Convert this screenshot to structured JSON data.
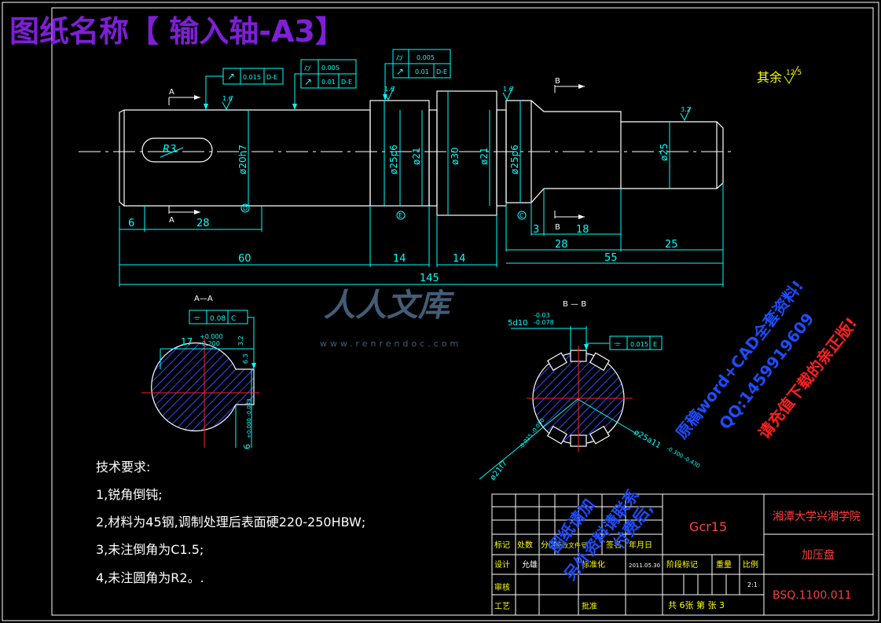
{
  "title": {
    "text": "图纸名称【 输入轴-A3】"
  },
  "roughness_note": {
    "label": "其余",
    "value": "12.5"
  },
  "main_view": {
    "section_marks": {
      "a1": "A",
      "a2": "A",
      "b1": "B",
      "b2": "B"
    },
    "diameters": {
      "d1": "ø20h7",
      "d2": "ø25p6",
      "d3": "ø21",
      "d4": "ø30",
      "d5": "ø21",
      "d6": "ø25p6",
      "d7": "ø25"
    },
    "radius": "R3",
    "roughness": {
      "r1": "1.6",
      "r2": "1.6",
      "r3": "1.6",
      "r4": "3.2"
    },
    "gdt": {
      "g1": {
        "symbol": "↗",
        "value": "0.015",
        "datum": "D-E"
      },
      "g2": {
        "symbol": "⌭",
        "value": "0.005",
        "datum": ""
      },
      "g3": {
        "symbol": "↗",
        "value": "0.01",
        "datum": "D-E"
      },
      "g4": {
        "symbol": "⌭",
        "value": "0.005",
        "datum": ""
      },
      "g5": {
        "symbol": "↗",
        "value": "0.01",
        "datum": "D-E"
      }
    },
    "datum_labels": {
      "d": "D",
      "e": "E",
      "c": "C"
    },
    "dims": {
      "d6": "6",
      "d28a": "28",
      "d60": "60",
      "d14a": "14",
      "d14b": "14",
      "d3": "3",
      "d18": "18",
      "d28b": "28",
      "d55": "55",
      "d25": "25",
      "d145": "145"
    }
  },
  "section_aa": {
    "label": "A—A",
    "gdt": {
      "symbol": "⌯",
      "value": "0.08",
      "datum": "C"
    },
    "dim_top": "17",
    "tol_top_upper": "+0.000",
    "tol_top_lower": "-0.200",
    "roughness": "3.2",
    "roughness2": "6.3",
    "dim_side": "6",
    "tol_side": "+0.000 -0.043"
  },
  "section_bb": {
    "label": "B — B",
    "spline_dim": "5d10",
    "spline_tol_upper": "-0.03",
    "spline_tol_lower": "-0.078",
    "gdt": {
      "symbol": "⌯",
      "value": "0.015",
      "datum": "E"
    },
    "minor_dia": "ø21f7",
    "minor_tol": "-0.025 -0.050",
    "major_dia": "ø25a11",
    "major_tol": "-0.300 -0.430"
  },
  "watermark": {
    "logo": "人人文库",
    "url": "www.renrendoc.com",
    "line1": "图纸请加",
    "line2": "原稿word+CAD全套资料!",
    "line3": "QQ:1459919609",
    "line4": "请充值下载的亲正版!",
    "line5": "付费后,",
    "line6": "另外资料请联系"
  },
  "tech_requirements": {
    "heading": "技术要求:",
    "items": [
      "1,锐角倒钝;",
      "2,材料为45钢,调制处理后表面硬220-250HBW;",
      "3,未注倒角为C1.5;",
      "4,未注圆角为R2。."
    ]
  },
  "title_block": {
    "material": "Gcr15",
    "school": "湘潭大学兴湘学院",
    "part_name": "加压盘",
    "drawing_no": "BSQ.1100.011",
    "row_labels": [
      "标记",
      "处数",
      "分区",
      "更改文件号",
      "签名",
      "年月日"
    ],
    "design_label": "设计",
    "designer": "允雄",
    "std_label": "标准化",
    "date": "2011.05.30",
    "stage_label": "阶段标记",
    "weight_label": "重量",
    "scale_label": "比例",
    "scale_value": "2:1",
    "review_label": "审核",
    "process_label": "工艺",
    "approve_label": "批准",
    "sheets": "共 6张 第 张 3"
  }
}
